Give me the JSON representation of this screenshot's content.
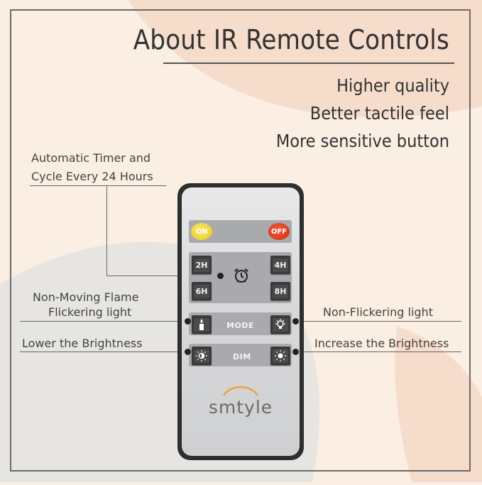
{
  "headline": "About IR Remote Controls",
  "features": [
    "Higher quality",
    "Better tactile feel",
    "More sensitive button"
  ],
  "callouts": {
    "timer_line1": "Automatic Timer and",
    "timer_line2": "Cycle Every 24 Hours",
    "flame_line1": "Non-Moving Flame",
    "flame_line2": "Flickering light",
    "nonflicker": "Non-Flickering light",
    "lower": "Lower the Brightness",
    "increase": "Increase the Brightness"
  },
  "remote": {
    "on_label": "ON",
    "off_label": "OFF",
    "timer_keys": [
      "2H",
      "4H",
      "6H",
      "8H"
    ],
    "mode_label": "MODE",
    "dim_label": "DIM",
    "brand": "smtyle"
  },
  "colors": {
    "on_button": "#f2d93a",
    "off_button": "#e3351e",
    "background": "#fbeee2",
    "accent_arc": "#f0a13c"
  }
}
